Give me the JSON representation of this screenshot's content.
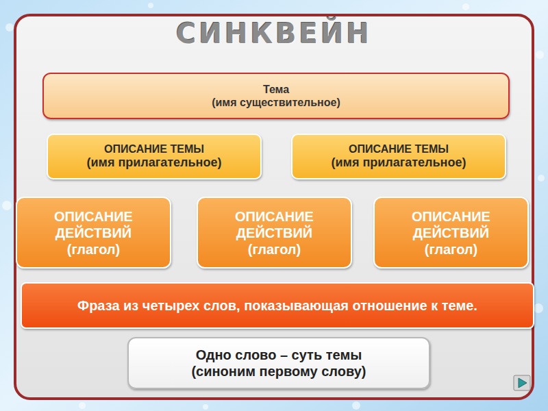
{
  "diagram": {
    "title": "СИНКВЕЙН",
    "nodes": [
      {
        "text": [
          "Тема",
          "(имя существительное)"
        ]
      },
      {
        "text": [
          "ОПИСАНИЕ ТЕМЫ",
          "(имя прилагательное)"
        ]
      },
      {
        "text": [
          "ОПИСАНИЕ ТЕМЫ",
          "(имя прилагательное)"
        ]
      },
      {
        "text": [
          "ОПИСАНИЕ ДЕЙСТВИЙ",
          "(глагол)"
        ]
      },
      {
        "text": [
          "ОПИСАНИЕ ДЕЙСТВИЙ",
          "(глагол)"
        ]
      },
      {
        "text": [
          "ОПИСАНИЕ ДЕЙСТВИЙ",
          "(глагол)"
        ]
      },
      {
        "text": [
          "Фраза из четырех слов, показывающая отношение к теме."
        ]
      },
      {
        "text": [
          "Одно слово – суть темы",
          "(синоним первому слову)"
        ]
      }
    ]
  }
}
